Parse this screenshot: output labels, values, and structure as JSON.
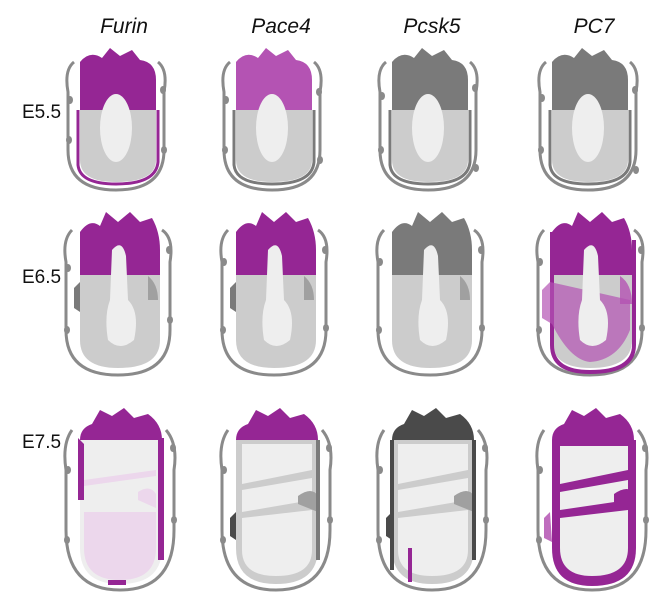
{
  "figure": {
    "columns": [
      {
        "label": "Furin"
      },
      {
        "label": "Pace4"
      },
      {
        "label": "Pcsk5"
      },
      {
        "label": "PC7"
      }
    ],
    "rows": [
      {
        "label": "E5.5"
      },
      {
        "label": "E6.5"
      },
      {
        "label": "E7.5"
      }
    ]
  },
  "colors": {
    "magenta": "#952694",
    "magenta_light": "#b453b3",
    "magenta_pale": "#ecd7ec",
    "gray_light": "#cccccc",
    "gray_mid": "#a0a0a0",
    "gray_dark": "#7a7a7a",
    "gray_darker": "#4a4a4a",
    "cavity": "#eeeeee",
    "outline": "#8a8a8a"
  }
}
